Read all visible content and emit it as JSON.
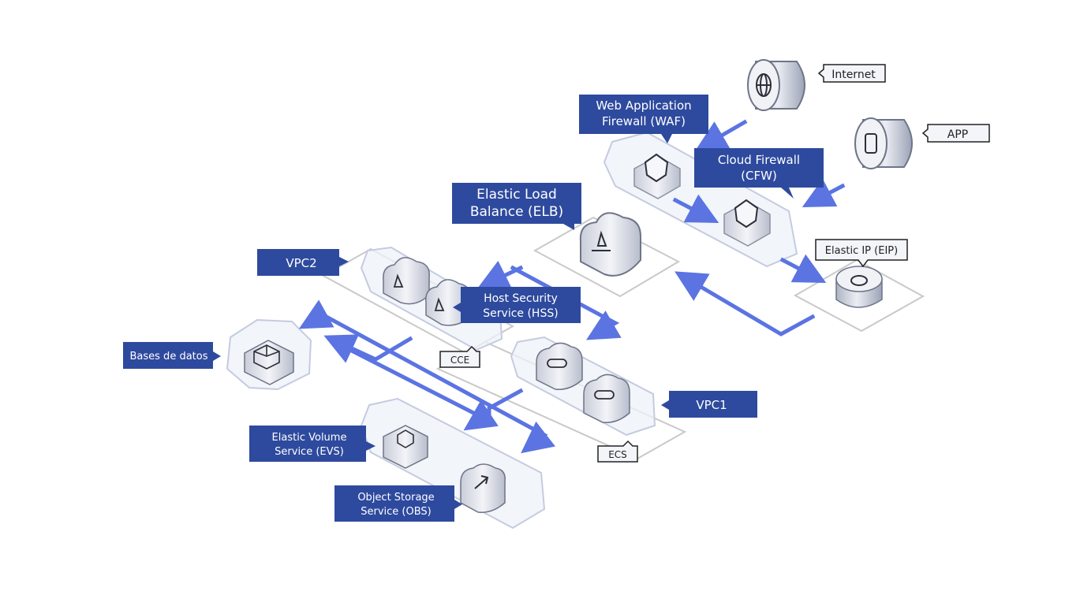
{
  "labels": {
    "internet": "Internet",
    "app": "APP",
    "waf_line1": "Web Application",
    "waf_line2": "Firewall (WAF)",
    "cfw_line1": "Cloud Firewall",
    "cfw_line2": "(CFW)",
    "elb_line1": "Elastic Load",
    "elb_line2": "Balance (ELB)",
    "eip": "Elastic IP (EIP)",
    "vpc2": "VPC2",
    "hss_line1": "Host Security",
    "hss_line2": "Service (HSS)",
    "cce": "CCE",
    "db": "Bases de datos",
    "vpc1": "VPC1",
    "ecs": "ECS",
    "evs_line1": "Elastic Volume",
    "evs_line2": "Service (EVS)",
    "obs_line1": "Object Storage",
    "obs_line2": "Service (OBS)"
  },
  "colors": {
    "label_fill": "#2e4a9e",
    "arrow": "#5b74e2",
    "zone_stroke": "#c9cfdc",
    "zone_fill": "#eef1f8",
    "plate_stroke": "#c7c7c7",
    "device_top": "#f4f5f8",
    "device_side": "#c3c8d6",
    "icon_stroke": "#2b2f3a"
  }
}
